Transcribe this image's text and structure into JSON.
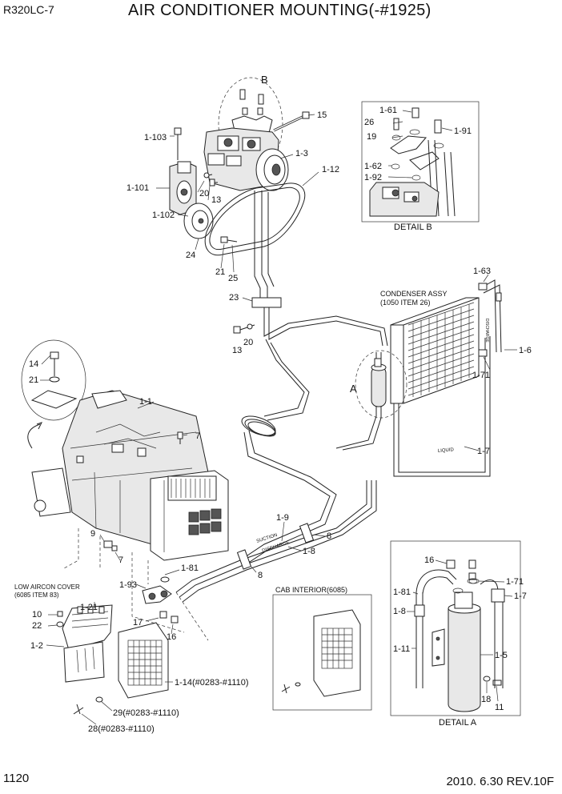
{
  "header": {
    "model": "R320LC-7",
    "title": "AIR CONDITIONER MOUNTING(-#1925)"
  },
  "footer": {
    "page": "1120",
    "revision": "2010. 6.30  REV.10F"
  },
  "captions": {
    "detail_a": "DETAIL A",
    "detail_b": "DETAIL B",
    "condenser_assy": "CONDENSER ASSY",
    "condenser_item": "(1050 ITEM 26)",
    "cab_interior": "CAB INTERIOR(6085)",
    "low_aircon_cover": "LOW AIRCON COVER",
    "low_aircon_item": "(6085 ITEM 83)",
    "ref_a": "A",
    "ref_b": "B"
  },
  "callouts": {
    "c_1_103": "1-103",
    "c_15": "15",
    "c_1_3": "1-3",
    "c_1_12": "1-12",
    "c_1_101": "1-101",
    "c_20_top": "20",
    "c_13_top": "13",
    "c_1_102": "1-102",
    "c_24": "24",
    "c_21_top": "21",
    "c_25": "25",
    "c_23": "23",
    "c_13_mid": "13",
    "c_20_mid": "20",
    "b_1_61": "1-61",
    "b_26": "26",
    "b_19": "19",
    "b_1_91": "1-91",
    "b_1_62": "1-62",
    "b_1_92": "1-92",
    "c_1_63": "1-63",
    "c_1_6": "1-6",
    "c_1_71": "1-71",
    "c_1_7": "1-7",
    "c_14": "14",
    "c_21_left": "21",
    "c_1_1": "1-1",
    "c_7_top": "7",
    "c_9": "9",
    "c_7_low": "7",
    "c_1_9": "1-9",
    "c_8_a": "8",
    "c_1_8": "1-8",
    "c_8_b": "8",
    "c_1_81": "1-81",
    "c_1_93": "1-93",
    "c_17": "17",
    "c_16": "16",
    "c_10": "10",
    "c_22": "22",
    "c_1_21": "1-21",
    "c_1_2": "1-2",
    "c_1_14": "1-14(#0283-#1110)",
    "c_29": "29(#0283-#1110)",
    "c_28": "28(#0283-#1110)",
    "a_16": "16",
    "a_1_71": "1-71",
    "a_1_81": "1-81",
    "a_1_7": "1-7",
    "a_1_8": "1-8",
    "a_1_11": "1-11",
    "a_1_5": "1-5",
    "a_18": "18",
    "a_11": "11"
  },
  "hose_labels": {
    "suction": "SUCTION",
    "discharge": "DISCHARGE",
    "liquid": "LIQUID"
  }
}
